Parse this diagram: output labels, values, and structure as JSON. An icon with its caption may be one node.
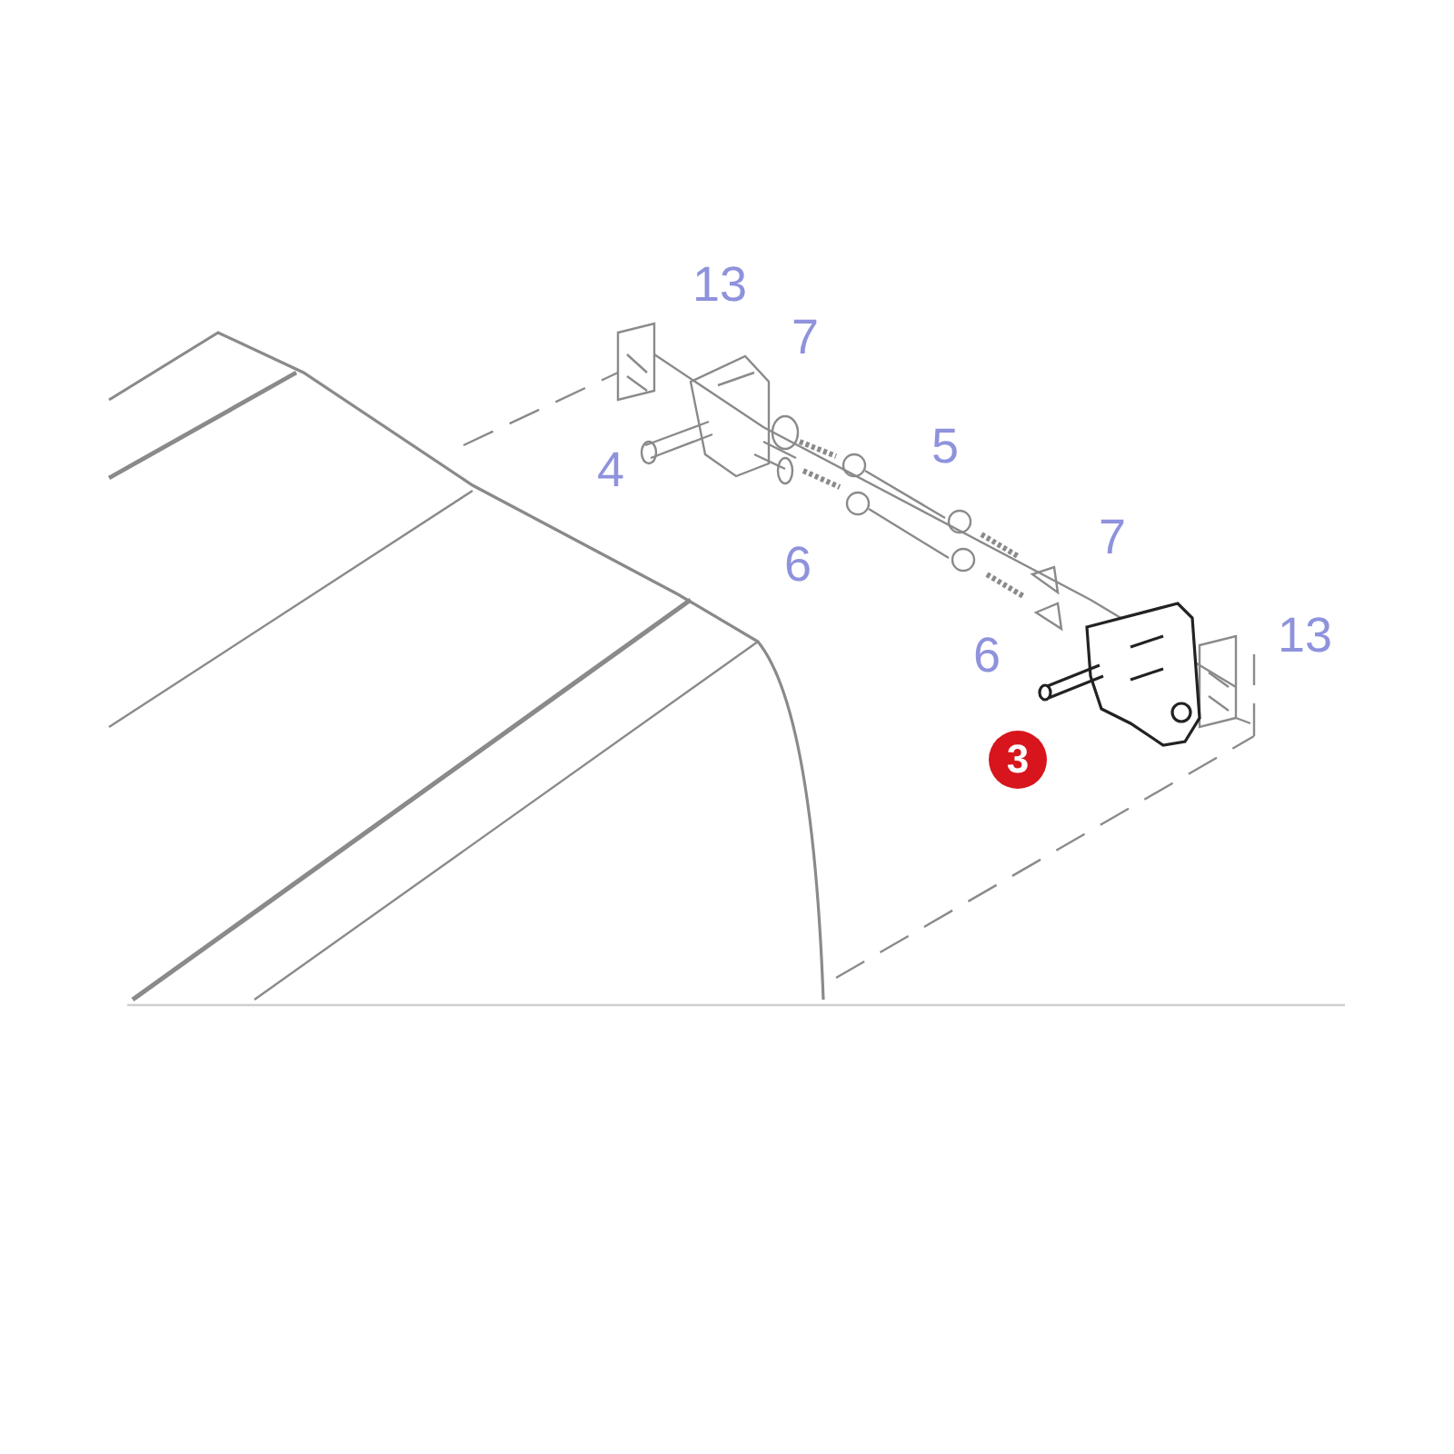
{
  "diagram": {
    "labels": [
      "13",
      "7",
      "5",
      "4",
      "7",
      "6",
      "13",
      "6",
      "3"
    ]
  }
}
